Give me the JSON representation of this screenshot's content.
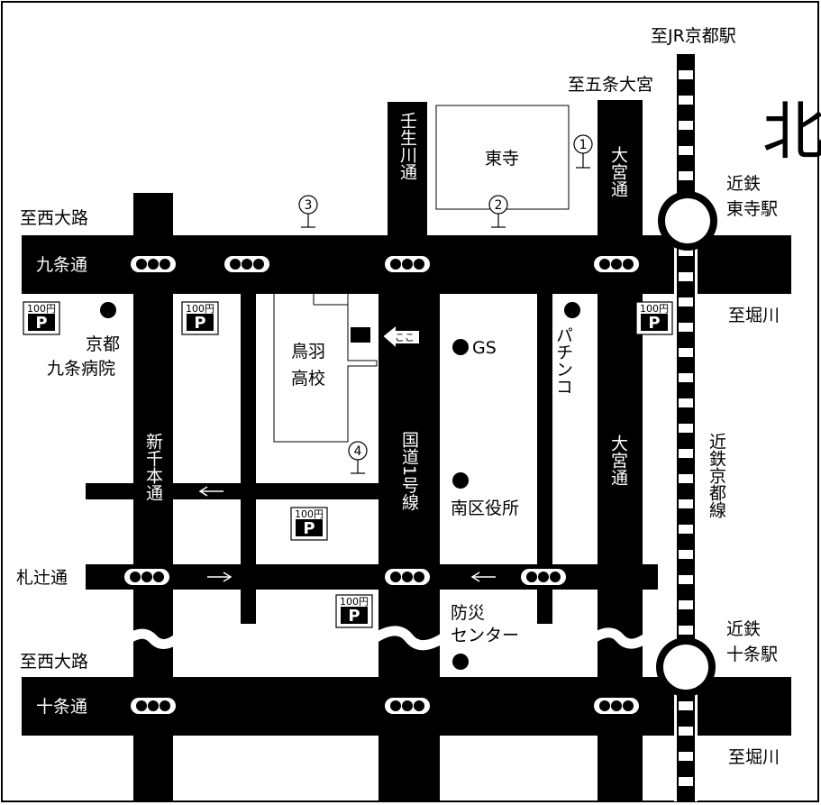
{
  "colors": {
    "road": "#000000",
    "background": "#ffffff",
    "line": "#000000"
  },
  "north_label": "北",
  "roads": {
    "kujo": "九条通",
    "jujo": "十条通",
    "fudatsuji": "札辻通",
    "shinsenbon": "新千本通",
    "mibugawa": "壬生川通",
    "omiya_top": "大宮通",
    "omiya_mid": "大宮通",
    "kokudo1": "国道1号線"
  },
  "directions": {
    "to_jr_kyoto": "至JR京都駅",
    "to_gojo_omiya": "至五条大宮",
    "to_nishioji_top": "至西大路",
    "to_nishioji_bottom": "至西大路",
    "to_horikawa_top": "至堀川",
    "to_horikawa_bottom": "至堀川"
  },
  "railway": {
    "line": "近鉄京都線",
    "station1": [
      "近鉄",
      "東寺駅"
    ],
    "station2": [
      "近鉄",
      "十条駅"
    ]
  },
  "places": {
    "toji": "東寺",
    "toba_high": [
      "鳥羽",
      "高校"
    ],
    "kyoto_kujo_hospital": [
      "京都",
      "九条病院"
    ],
    "gs": "GS",
    "pachinko": "パチンコ",
    "minami_ward_office": "南区役所",
    "bosai_center": [
      "防災",
      "センター"
    ]
  },
  "marker": {
    "here": "ここ"
  },
  "parking": {
    "price": "100円",
    "symbol": "P"
  },
  "bus_stops": [
    "1",
    "2",
    "3",
    "4"
  ]
}
